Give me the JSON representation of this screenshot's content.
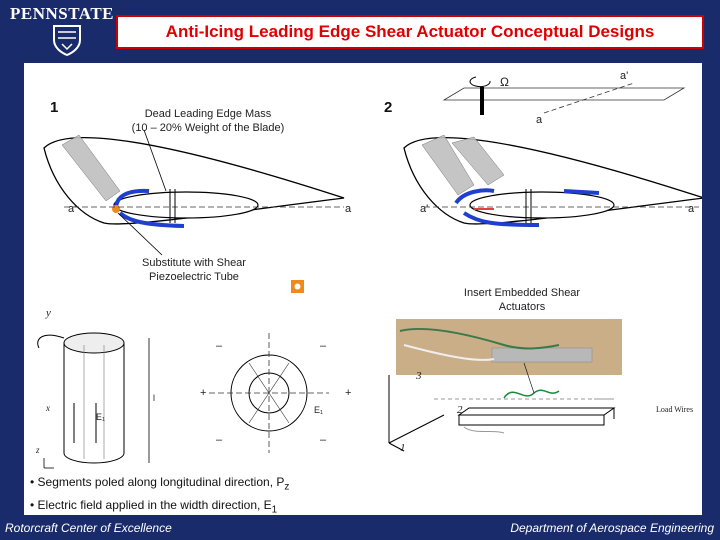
{
  "header": {
    "logo_text": "PENNSTATE",
    "title": "Anti-Icing Leading Edge Shear Actuator Conceptual Designs"
  },
  "design1": {
    "number": "1",
    "mass_label_line1": "Dead Leading Edge Mass",
    "mass_label_line2": "(10 – 20% Weight of the Blade)",
    "axis_left": "a'",
    "axis_right": "a",
    "substitute_line1": "Substitute with Shear",
    "substitute_line2": "Piezoelectric Tube"
  },
  "design2": {
    "number": "2",
    "omega": "Ω",
    "plane_label_top": "a'",
    "plane_label_mid": "a",
    "axis_left": "a'",
    "axis_right": "a",
    "insert_line1": "Insert Embedded Shear",
    "insert_line2": "Actuators"
  },
  "tube_figure": {
    "y_label": "y",
    "x_label": "x",
    "z_label": "z",
    "e1_label": "E₁",
    "l_label": "l"
  },
  "cross_section": {
    "plus": "+",
    "minus": "–",
    "e1_label": "E₁"
  },
  "beam_figure": {
    "axis3": "3",
    "axis2": "2",
    "axis1": "1",
    "load_label": "Load Wires"
  },
  "notes": {
    "bullet1": "• Segments poled along longitudinal direction, P",
    "bullet1_sub": "z",
    "bullet2": "• Electric field applied in the width direction, E",
    "bullet2_sub": "1"
  },
  "footer": {
    "left": "Rotorcraft Center of Excellence",
    "right": "Department of Aerospace Engineering"
  },
  "colors": {
    "background": "#1a2b6b",
    "title_red": "#e00000",
    "actuator_blue": "#1f3fd0",
    "actuator_orange": "#f08a1c"
  }
}
